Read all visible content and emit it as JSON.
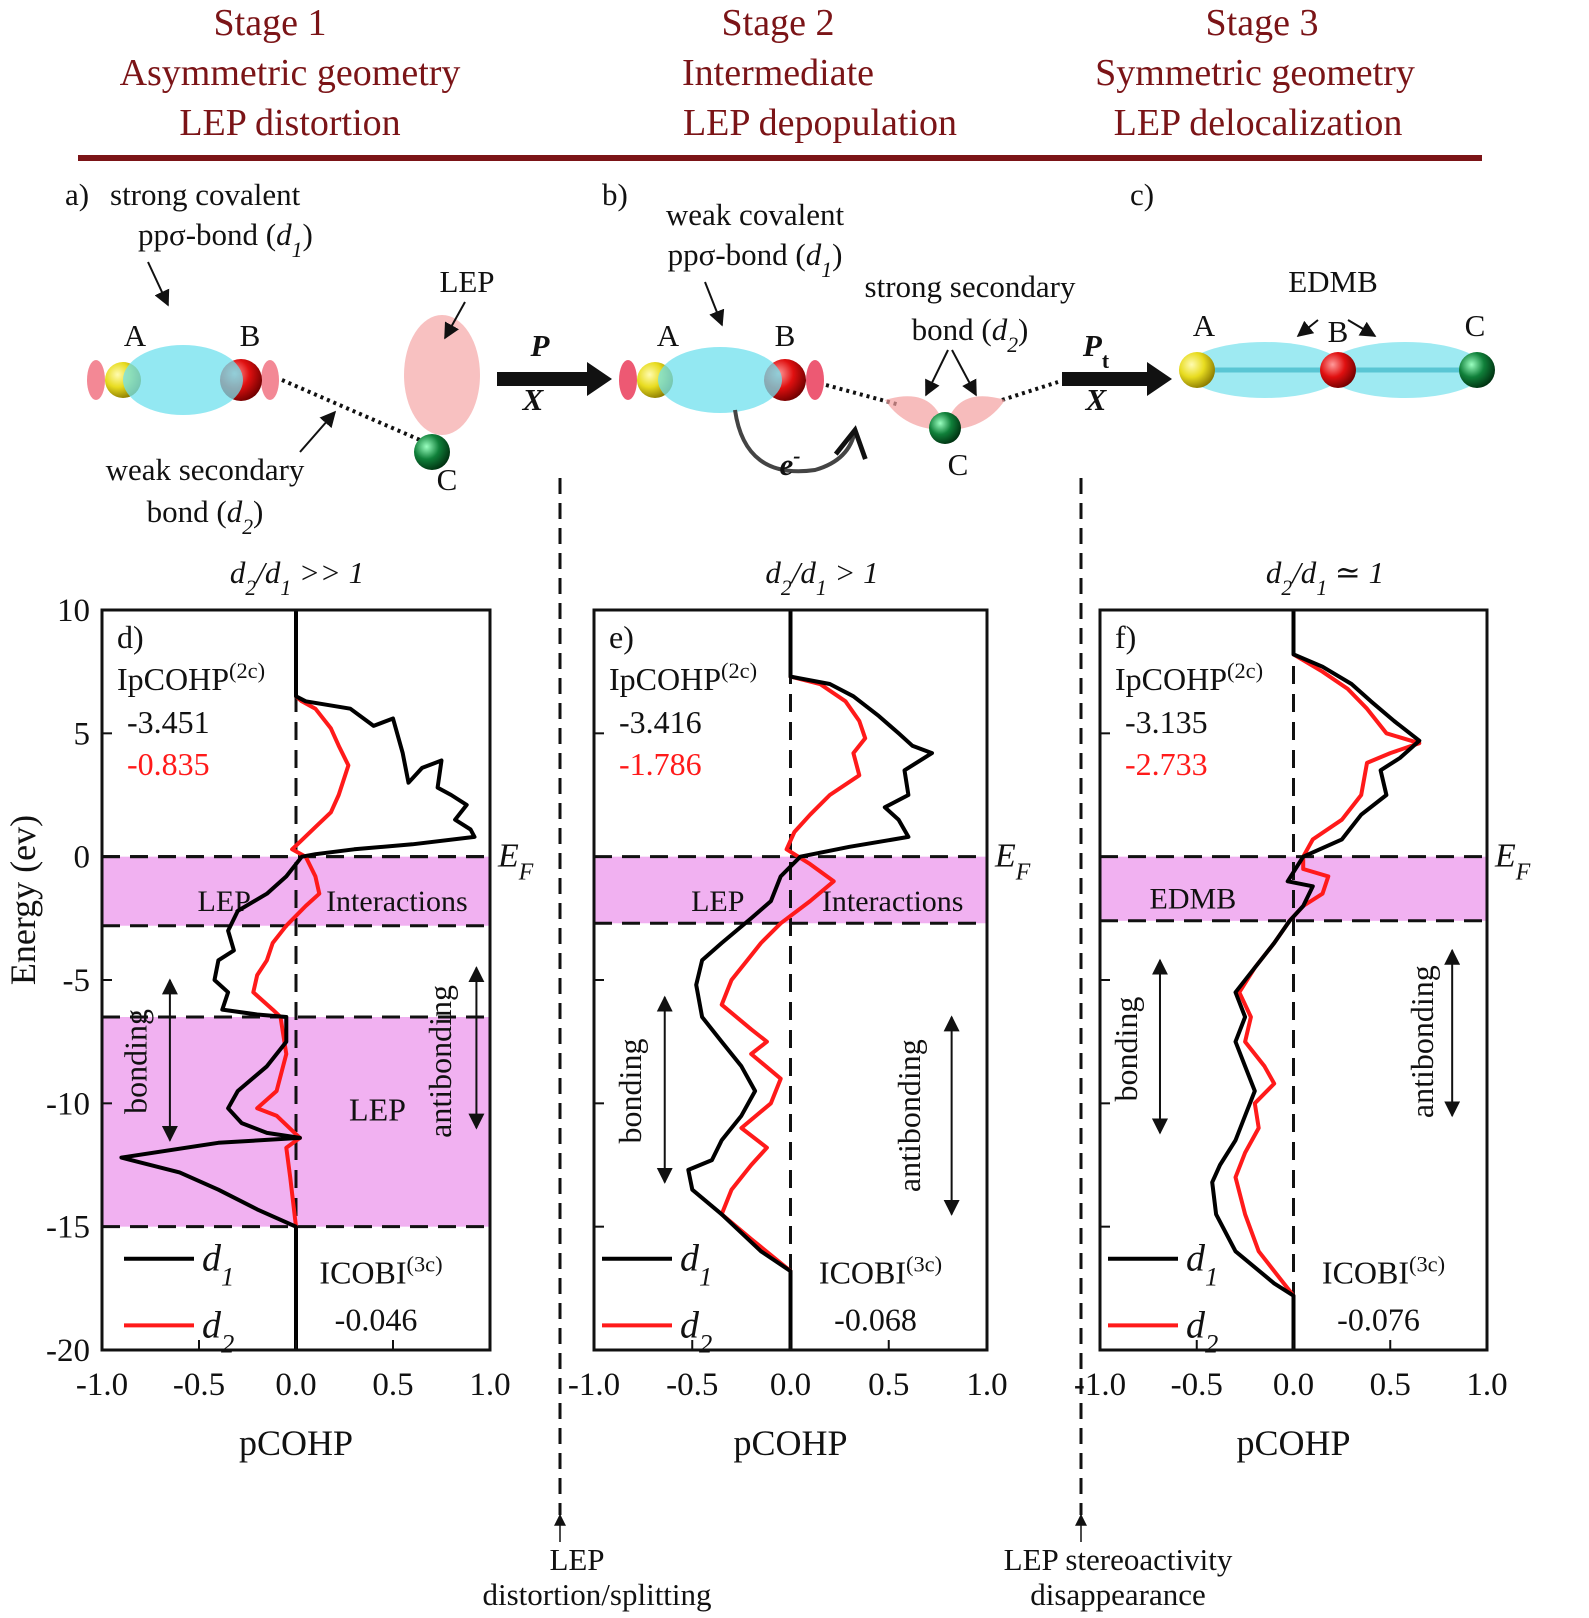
{
  "stages": [
    {
      "lines": [
        "Stage 1",
        "Asymmetric geometry",
        "LEP distortion"
      ]
    },
    {
      "lines": [
        "Stage 2",
        "Intermediate",
        "LEP depopulation"
      ]
    },
    {
      "lines": [
        "Stage 3",
        "Symmetric geometry",
        "LEP delocalization"
      ]
    }
  ],
  "schematic": {
    "a": {
      "tag": "a)",
      "strong_bond": [
        "strong covalent",
        "ppσ-bond (d1)"
      ],
      "lep": "LEP",
      "weak_bond": [
        "weak secondary",
        "bond (d2)"
      ],
      "atoms": [
        "A",
        "B",
        "C"
      ]
    },
    "arrow1": {
      "top": "P",
      "bottom": "X"
    },
    "b": {
      "tag": "b)",
      "weak_covalent": [
        "weak covalent",
        "ppσ-bond (d1)"
      ],
      "strong_secondary": [
        "strong secondary",
        "bond (d2)"
      ],
      "electron": "e-",
      "atoms": [
        "A",
        "B",
        "C"
      ]
    },
    "arrow2": {
      "top": "Pt",
      "bottom": "X"
    },
    "c": {
      "tag": "c)",
      "edmb": "EDMB",
      "atoms": [
        "A",
        "B",
        "C"
      ]
    }
  },
  "ratios": [
    "d2/d1 >> 1",
    "d2/d1 > 1",
    "d2/d1 ≃ 1"
  ],
  "dividers": [
    {
      "lines": [
        "LEP",
        "distortion/splitting"
      ]
    },
    {
      "lines": [
        "LEP stereoactivity",
        "disappearance"
      ]
    }
  ],
  "colors": {
    "d1": "#000000",
    "d2": "#ff1a1a",
    "band": "#f0a8f0",
    "stage": "#7b1417",
    "overlap": "#7a4d8a"
  },
  "chart_data": [
    {
      "type": "line",
      "panel": "d)",
      "xlabel": "pCOHP",
      "ylabel": "Energy (ev)",
      "xlim": [
        -1.0,
        1.0
      ],
      "ylim": [
        -20,
        10
      ],
      "xticks": [
        "-1.0",
        "-0.5",
        "0.0",
        "0.5",
        "1.0"
      ],
      "yticks": [
        "10",
        "5",
        "0",
        "-5",
        "-10",
        "-15",
        "-20"
      ],
      "fermi_label": "EF",
      "ipcohp_title": "IpCOHP(2c)",
      "ipcohp": [
        "-3.451",
        "-0.835"
      ],
      "icobi_title": "ICOBI(3c)",
      "icobi": "-0.046",
      "bands": [
        {
          "from": -2.8,
          "to": 0,
          "labels": [
            "LEP",
            "Interactions"
          ]
        },
        {
          "from": -15,
          "to": -6.5,
          "labels": [
            "LEP"
          ]
        }
      ],
      "range_labels": [
        "bonding",
        "antibonding"
      ],
      "legend": [
        "d1",
        "d2"
      ],
      "series": [
        {
          "name": "d1",
          "points": [
            [
              0,
              10
            ],
            [
              0,
              6.5
            ],
            [
              0.05,
              6.3
            ],
            [
              0.28,
              6
            ],
            [
              0.4,
              5.3
            ],
            [
              0.5,
              5.6
            ],
            [
              0.55,
              4.2
            ],
            [
              0.58,
              3
            ],
            [
              0.65,
              3.6
            ],
            [
              0.75,
              3.9
            ],
            [
              0.73,
              2.8
            ],
            [
              0.8,
              2.5
            ],
            [
              0.88,
              2.1
            ],
            [
              0.82,
              1.5
            ],
            [
              0.9,
              1.1
            ],
            [
              0.92,
              0.8
            ],
            [
              0.6,
              0.5
            ],
            [
              0.3,
              0.3
            ],
            [
              0.1,
              0.1
            ],
            [
              0.03,
              0
            ],
            [
              -0.05,
              -0.8
            ],
            [
              -0.15,
              -1.5
            ],
            [
              -0.3,
              -2.2
            ],
            [
              -0.35,
              -3
            ],
            [
              -0.32,
              -3.8
            ],
            [
              -0.4,
              -4.2
            ],
            [
              -0.42,
              -5
            ],
            [
              -0.35,
              -5.5
            ],
            [
              -0.38,
              -6.2
            ],
            [
              -0.2,
              -6.4
            ],
            [
              -0.05,
              -6.5
            ],
            [
              -0.05,
              -7.5
            ],
            [
              -0.15,
              -8.5
            ],
            [
              -0.3,
              -9.5
            ],
            [
              -0.35,
              -10.2
            ],
            [
              -0.28,
              -10.8
            ],
            [
              -0.15,
              -11.2
            ],
            [
              0.02,
              -11.4
            ],
            [
              -0.4,
              -11.6
            ],
            [
              -0.9,
              -12.2
            ],
            [
              -0.6,
              -12.8
            ],
            [
              -0.4,
              -13.5
            ],
            [
              -0.2,
              -14.3
            ],
            [
              0,
              -15
            ],
            [
              0,
              -20
            ]
          ]
        },
        {
          "name": "d2",
          "points": [
            [
              0,
              10
            ],
            [
              0,
              6.5
            ],
            [
              0.03,
              6.3
            ],
            [
              0.1,
              6
            ],
            [
              0.18,
              5.2
            ],
            [
              0.22,
              4.5
            ],
            [
              0.27,
              3.7
            ],
            [
              0.22,
              2.5
            ],
            [
              0.18,
              1.8
            ],
            [
              0.1,
              1.2
            ],
            [
              0.02,
              0.6
            ],
            [
              -0.02,
              0.3
            ],
            [
              0.05,
              0
            ],
            [
              0.1,
              -0.8
            ],
            [
              0.12,
              -1.5
            ],
            [
              0.05,
              -2
            ],
            [
              -0.05,
              -2.8
            ],
            [
              -0.12,
              -3.5
            ],
            [
              -0.15,
              -4.2
            ],
            [
              -0.2,
              -4.8
            ],
            [
              -0.22,
              -5.5
            ],
            [
              -0.12,
              -6.2
            ],
            [
              -0.08,
              -6.5
            ],
            [
              -0.05,
              -8
            ],
            [
              -0.1,
              -9.5
            ],
            [
              -0.2,
              -10.2
            ],
            [
              -0.1,
              -10.5
            ],
            [
              0.02,
              -11.4
            ],
            [
              -0.05,
              -11.8
            ],
            [
              -0.03,
              -13
            ],
            [
              0,
              -15
            ],
            [
              0,
              -20
            ]
          ]
        }
      ]
    },
    {
      "type": "line",
      "panel": "e)",
      "xlabel": "pCOHP",
      "xlim": [
        -1.0,
        1.0
      ],
      "ylim": [
        -20,
        10
      ],
      "xticks": [
        "-1.0",
        "-0.5",
        "0.0",
        "0.5",
        "1.0"
      ],
      "fermi_label": "EF",
      "ipcohp_title": "IpCOHP(2c)",
      "ipcohp": [
        "-3.416",
        "-1.786"
      ],
      "icobi_title": "ICOBI(3c)",
      "icobi": "-0.068",
      "bands": [
        {
          "from": -2.7,
          "to": 0,
          "labels": [
            "LEP",
            "Interactions"
          ]
        }
      ],
      "range_labels": [
        "bonding",
        "antibonding"
      ],
      "legend": [
        "d1",
        "d2"
      ],
      "series": [
        {
          "name": "d1",
          "points": [
            [
              0,
              10
            ],
            [
              0,
              7.3
            ],
            [
              0.2,
              7
            ],
            [
              0.32,
              6.5
            ],
            [
              0.45,
              5.7
            ],
            [
              0.55,
              5
            ],
            [
              0.62,
              4.5
            ],
            [
              0.72,
              4.2
            ],
            [
              0.58,
              3.5
            ],
            [
              0.6,
              2.5
            ],
            [
              0.48,
              2
            ],
            [
              0.55,
              1.5
            ],
            [
              0.6,
              0.8
            ],
            [
              0.3,
              0.4
            ],
            [
              0.05,
              0
            ],
            [
              -0.05,
              -0.8
            ],
            [
              -0.1,
              -1.8
            ],
            [
              -0.2,
              -2.5
            ],
            [
              -0.35,
              -3.5
            ],
            [
              -0.45,
              -4.2
            ],
            [
              -0.48,
              -5.2
            ],
            [
              -0.45,
              -6.5
            ],
            [
              -0.35,
              -7.5
            ],
            [
              -0.25,
              -8.5
            ],
            [
              -0.18,
              -9.5
            ],
            [
              -0.25,
              -10.5
            ],
            [
              -0.35,
              -11.5
            ],
            [
              -0.4,
              -12.3
            ],
            [
              -0.52,
              -12.7
            ],
            [
              -0.5,
              -13.5
            ],
            [
              -0.35,
              -14.5
            ],
            [
              -0.15,
              -16
            ],
            [
              0,
              -16.8
            ],
            [
              0,
              -20
            ]
          ]
        },
        {
          "name": "d2",
          "points": [
            [
              0,
              10
            ],
            [
              0,
              7.3
            ],
            [
              0.15,
              7
            ],
            [
              0.28,
              6.3
            ],
            [
              0.35,
              5.5
            ],
            [
              0.38,
              4.8
            ],
            [
              0.32,
              4.2
            ],
            [
              0.35,
              3.3
            ],
            [
              0.2,
              2.5
            ],
            [
              0.1,
              1.7
            ],
            [
              0.02,
              1
            ],
            [
              -0.02,
              0.3
            ],
            [
              0.1,
              -0.3
            ],
            [
              0.22,
              -1
            ],
            [
              0.1,
              -1.8
            ],
            [
              -0.05,
              -2.7
            ],
            [
              -0.15,
              -3.5
            ],
            [
              -0.22,
              -4.2
            ],
            [
              -0.3,
              -5
            ],
            [
              -0.35,
              -6
            ],
            [
              -0.2,
              -7
            ],
            [
              -0.12,
              -7.5
            ],
            [
              -0.2,
              -8
            ],
            [
              -0.05,
              -9
            ],
            [
              -0.1,
              -10
            ],
            [
              -0.25,
              -11
            ],
            [
              -0.12,
              -11.8
            ],
            [
              -0.2,
              -12.5
            ],
            [
              -0.3,
              -13.5
            ],
            [
              -0.35,
              -14.5
            ],
            [
              -0.2,
              -15.5
            ],
            [
              0,
              -16.8
            ],
            [
              0,
              -20
            ]
          ]
        }
      ]
    },
    {
      "type": "line",
      "panel": "f)",
      "xlabel": "pCOHP",
      "xlim": [
        -1.0,
        1.0
      ],
      "ylim": [
        -20,
        10
      ],
      "xticks": [
        "-1.0",
        "-0.5",
        "0.0",
        "0.5",
        "1.0"
      ],
      "fermi_label": "EF",
      "ipcohp_title": "IpCOHP(2c)",
      "ipcohp": [
        "-3.135",
        "-2.733"
      ],
      "icobi_title": "ICOBI(3c)",
      "icobi": "-0.076",
      "bands": [
        {
          "from": -2.6,
          "to": 0,
          "labels": [
            "EDMB"
          ]
        }
      ],
      "range_labels": [
        "bonding",
        "antibonding"
      ],
      "legend": [
        "d1",
        "d2"
      ],
      "series": [
        {
          "name": "d1",
          "points": [
            [
              0,
              10
            ],
            [
              0,
              8.2
            ],
            [
              0.15,
              7.7
            ],
            [
              0.3,
              7
            ],
            [
              0.4,
              6.3
            ],
            [
              0.52,
              5.5
            ],
            [
              0.65,
              4.7
            ],
            [
              0.55,
              4
            ],
            [
              0.45,
              3.5
            ],
            [
              0.48,
              2.5
            ],
            [
              0.35,
              1.7
            ],
            [
              0.25,
              0.7
            ],
            [
              0.05,
              0
            ],
            [
              -0.03,
              -1
            ],
            [
              0.1,
              -1.2
            ],
            [
              0.05,
              -2
            ],
            [
              -0.02,
              -2.6
            ],
            [
              -0.1,
              -3.5
            ],
            [
              -0.2,
              -4.5
            ],
            [
              -0.3,
              -5.5
            ],
            [
              -0.25,
              -6.5
            ],
            [
              -0.3,
              -7.5
            ],
            [
              -0.25,
              -8.5
            ],
            [
              -0.2,
              -9.5
            ],
            [
              -0.25,
              -10.5
            ],
            [
              -0.3,
              -11.5
            ],
            [
              -0.38,
              -12.5
            ],
            [
              -0.42,
              -13.2
            ],
            [
              -0.4,
              -14.5
            ],
            [
              -0.3,
              -16
            ],
            [
              -0.1,
              -17.3
            ],
            [
              0,
              -17.8
            ],
            [
              0,
              -20
            ]
          ]
        },
        {
          "name": "d2",
          "points": [
            [
              0,
              10
            ],
            [
              0,
              8.2
            ],
            [
              0.15,
              7.5
            ],
            [
              0.28,
              6.8
            ],
            [
              0.38,
              6
            ],
            [
              0.48,
              5
            ],
            [
              0.65,
              4.6
            ],
            [
              0.5,
              4.2
            ],
            [
              0.38,
              3.8
            ],
            [
              0.35,
              2.5
            ],
            [
              0.25,
              1.5
            ],
            [
              0.1,
              0.7
            ],
            [
              0.05,
              0
            ],
            [
              0.05,
              -0.5
            ],
            [
              0.18,
              -0.8
            ],
            [
              0.15,
              -1.5
            ],
            [
              0.05,
              -2
            ],
            [
              -0.02,
              -2.6
            ],
            [
              -0.1,
              -3.5
            ],
            [
              -0.2,
              -4.5
            ],
            [
              -0.28,
              -5.5
            ],
            [
              -0.22,
              -6.5
            ],
            [
              -0.25,
              -7.5
            ],
            [
              -0.15,
              -8.5
            ],
            [
              -0.1,
              -9.2
            ],
            [
              -0.2,
              -10
            ],
            [
              -0.18,
              -11
            ],
            [
              -0.25,
              -12
            ],
            [
              -0.3,
              -13
            ],
            [
              -0.25,
              -14.5
            ],
            [
              -0.18,
              -16
            ],
            [
              -0.05,
              -17.3
            ],
            [
              0,
              -17.8
            ],
            [
              0,
              -20
            ]
          ]
        }
      ]
    }
  ]
}
